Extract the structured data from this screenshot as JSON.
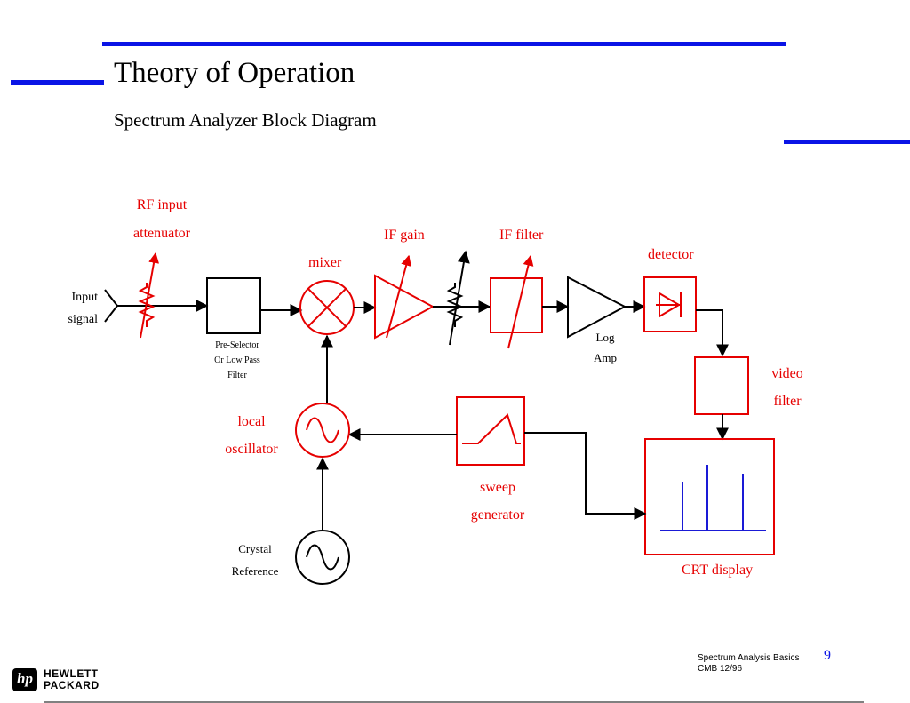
{
  "header": {
    "title": "Theory of Operation",
    "subtitle": "Spectrum Analyzer Block Diagram",
    "accent_color": "#0a14e6"
  },
  "diagram": {
    "highlight_color": "#e60000",
    "input_label_line1": "Input",
    "input_label_line2": "signal",
    "rf_attenuator_line1": "RF input",
    "rf_attenuator_line2": "attenuator",
    "preselector_line1": "Pre-Selector",
    "preselector_line2": "Or Low Pass",
    "preselector_line3": "Filter",
    "mixer": "mixer",
    "if_gain": "IF gain",
    "if_filter": "IF filter",
    "log_amp_line1": "Log",
    "log_amp_line2": "Amp",
    "detector": "detector",
    "video_filter_line1": "video",
    "video_filter_line2": "filter",
    "local_osc_line1": "local",
    "local_osc_line2": "oscillator",
    "sweep_gen_line1": "sweep",
    "sweep_gen_line2": "generator",
    "crystal_line1": "Crystal",
    "crystal_line2": "Reference",
    "crt_display": "CRT display"
  },
  "footer": {
    "course_line1": "Spectrum Analysis Basics",
    "course_line2": "CMB   12/96",
    "page_number": "9",
    "logo_monogram": "hp",
    "logo_line1": "HEWLETT",
    "logo_line2": "PACKARD"
  }
}
